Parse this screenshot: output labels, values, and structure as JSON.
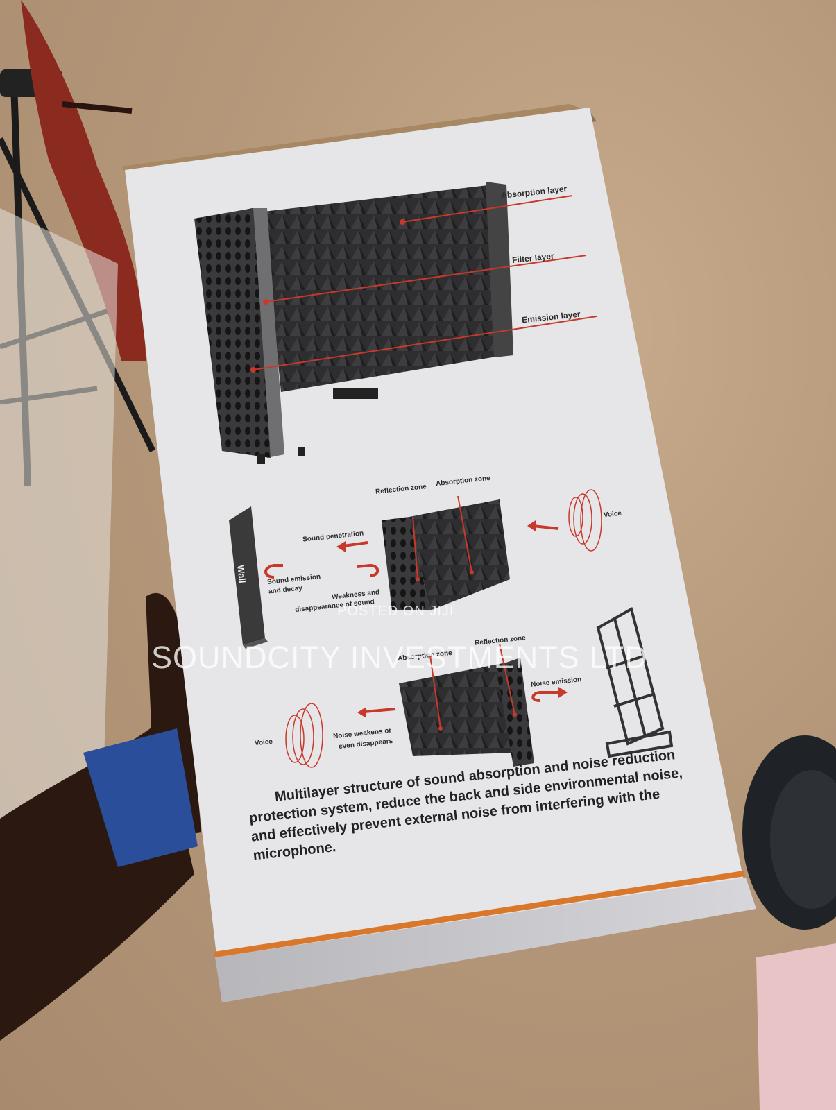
{
  "labels": {
    "absorption_layer": "Absorption layer",
    "filter_layer": "Filter layer",
    "emission_layer": "Emission layer",
    "reflection_zone_1": "Reflection zone",
    "absorption_zone_1": "Absorption zone",
    "voice_1": "Voice",
    "sound_penetration": "Sound penetration",
    "wall": "Wall",
    "sound_emission_1": "Sound emission",
    "sound_emission_2": "and decay",
    "weakness_1": "Weakness and",
    "weakness_2": "disappearance of sound",
    "absorption_zone_2": "Absorption zone",
    "reflection_zone_2": "Reflection zone",
    "noise_emission": "Noise emission",
    "voice_2": "Voice",
    "noise_weakens_1": "Noise weakens or",
    "noise_weakens_2": "even disappears"
  },
  "description": {
    "line1": "Multilayer structure of sound absorption and noise reduction",
    "line2": "protection system, reduce the back and side environmental noise,",
    "line3": "and effectively prevent external noise from interfering with the",
    "line4": "microphone."
  },
  "watermark": {
    "line1": "POSTED ON JIJI",
    "line2": "SOUNDCITY INVESTMENTS LTD"
  },
  "colors": {
    "accent_red": "#c8392b",
    "box_face": "#e6e5e8",
    "stripe_orange": "#d9772a",
    "foam": "#2e2e30"
  }
}
